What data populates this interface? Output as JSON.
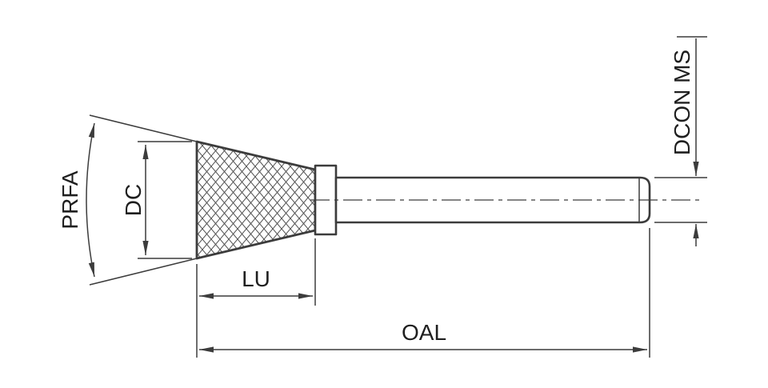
{
  "drawing": {
    "labels": {
      "taper_angle": "PRFA",
      "cut_diameter": "DC",
      "cut_length": "LU",
      "overall_length": "OAL",
      "shank_diameter": "DCON MS"
    },
    "colors": {
      "line": "#3c3c3c",
      "text": "#1f1f1f",
      "background": "#ffffff"
    }
  }
}
